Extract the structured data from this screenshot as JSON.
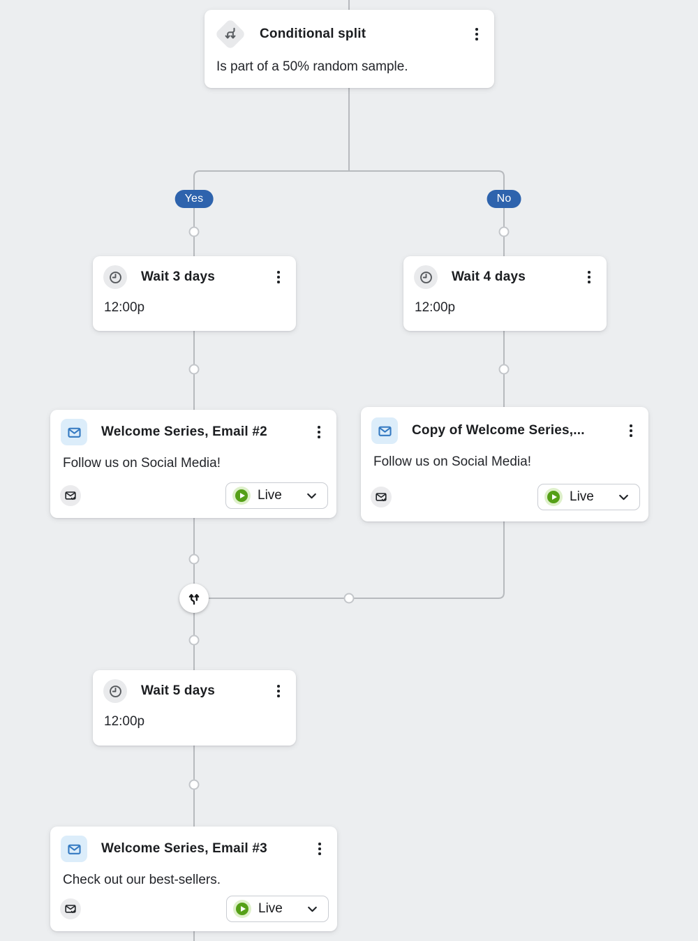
{
  "colors": {
    "background": "#eceef0",
    "card_bg": "#ffffff",
    "connector_line": "#b7babe",
    "branch_badge_bg": "#2e63ad",
    "branch_badge_text": "#ffffff",
    "live_green": "#55a017",
    "live_green_halo": "#def0ca",
    "email_icon_bg": "#dcedfa",
    "email_icon_blue": "#3379c1",
    "gray_icon_bg": "#e9eaec",
    "title_text": "#1b1d20",
    "body_text": "#23252a"
  },
  "flow": {
    "conditional_split": {
      "icon": "conditional-split-icon",
      "title": "Conditional split",
      "description": "Is part of a 50% random sample."
    },
    "branches": {
      "yes_label": "Yes",
      "no_label": "No"
    },
    "wait_yes": {
      "icon": "clock-icon",
      "title": "Wait 3 days",
      "time": "12:00p"
    },
    "wait_no": {
      "icon": "clock-icon",
      "title": "Wait 4 days",
      "time": "12:00p"
    },
    "email_yes": {
      "icon": "email-icon",
      "title": "Welcome Series, Email #2",
      "subject": "Follow us on Social Media!",
      "status": "Live"
    },
    "email_no": {
      "icon": "email-icon",
      "title": "Copy of Welcome Series,...",
      "subject": "Follow us on Social Media!",
      "status": "Live"
    },
    "wait_merged": {
      "icon": "clock-icon",
      "title": "Wait 5 days",
      "time": "12:00p"
    },
    "email_final": {
      "icon": "email-icon",
      "title": "Welcome Series, Email #3",
      "subject": "Check out our best-sellers.",
      "status": "Live"
    }
  }
}
